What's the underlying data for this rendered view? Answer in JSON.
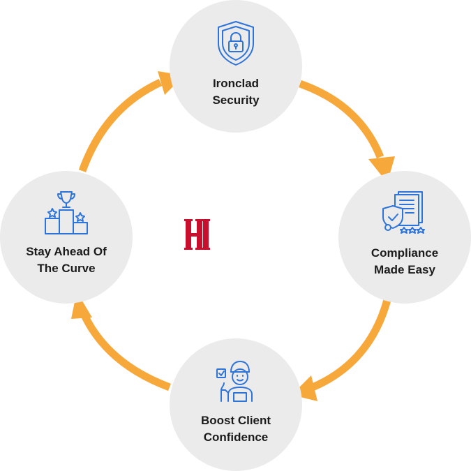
{
  "colors": {
    "arrow": "#f7a83a",
    "circle": "#ebebeb",
    "icon": "#2d74da",
    "label": "#1b1b1b",
    "logo": "#c8102e"
  },
  "nodes": {
    "top": {
      "label": "Ironclad\nSecurity",
      "icon": "shield-lock-icon"
    },
    "right": {
      "label": "Compliance\nMade Easy",
      "icon": "certificate-document-icon"
    },
    "bottom": {
      "label": "Boost Client\nConfidence",
      "icon": "thumbs-up-person-icon"
    },
    "left": {
      "label": "Stay Ahead Of\nThe Curve",
      "icon": "trophy-podium-icon"
    }
  },
  "logo": {
    "text": "HI"
  }
}
